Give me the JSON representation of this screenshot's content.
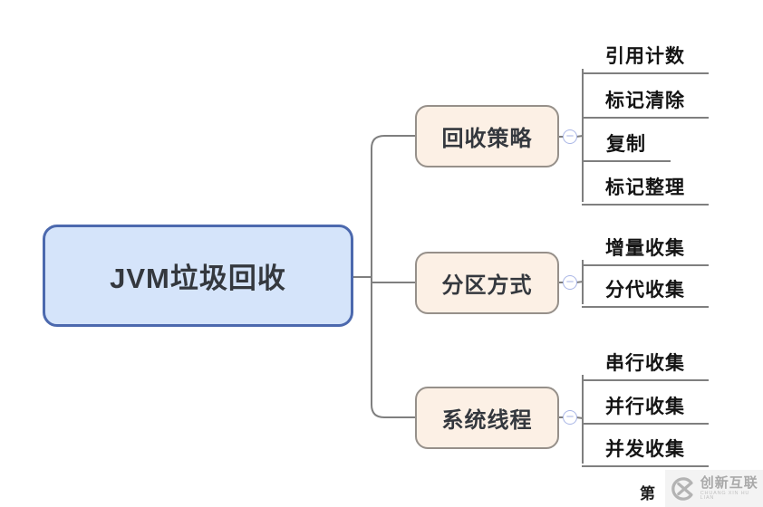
{
  "ui": {
    "collapse_symbol": "−"
  },
  "colors": {
    "root_fill": "#d5e4fa",
    "root_border": "#4c69ae",
    "branch_fill": "#fcf0e5",
    "branch_border": "#96908a",
    "connector_line": "#7f7f7f",
    "collapse_accent": "#a9b6e6",
    "node_text": "#34383e",
    "leaf_text": "#141414"
  },
  "mindmap": {
    "root": {
      "label": "JVM垃圾回收"
    },
    "branches": [
      {
        "label": "回收策略",
        "children": [
          {
            "label": "引用计数"
          },
          {
            "label": "标记清除"
          },
          {
            "label": "复制"
          },
          {
            "label": "标记整理"
          }
        ]
      },
      {
        "label": "分区方式",
        "children": [
          {
            "label": "增量收集"
          },
          {
            "label": "分代收集"
          }
        ]
      },
      {
        "label": "系统线程",
        "children": [
          {
            "label": "串行收集"
          },
          {
            "label": "并行收集"
          },
          {
            "label": "并发收集"
          }
        ]
      }
    ]
  },
  "watermark": {
    "brand": "创新互联",
    "brand_sub": "CHUANG XIN HU LIAN",
    "stray_glyph": "第"
  }
}
